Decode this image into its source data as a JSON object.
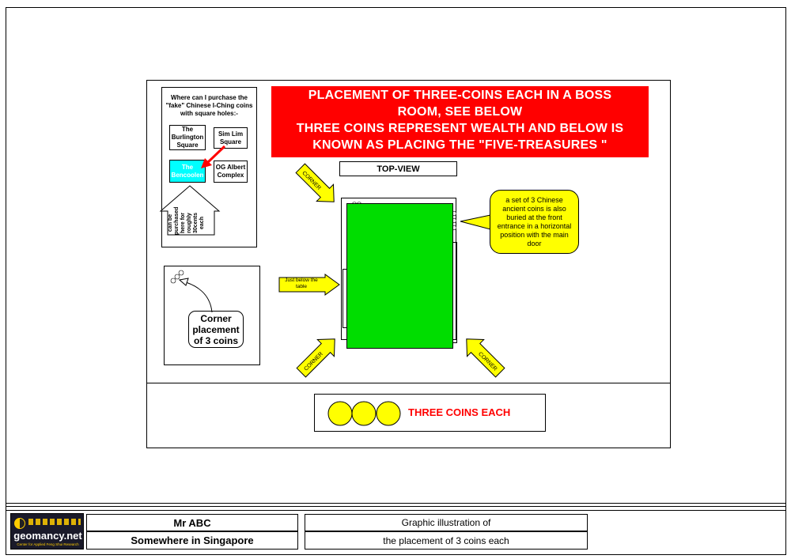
{
  "banner": {
    "line1": "PLACEMENT OF THREE-COINS EACH IN A BOSS",
    "line2": "ROOM, SEE BELOW",
    "line3": "THREE COINS REPRESENT WEALTH AND BELOW IS",
    "line4": "KNOWN AS PLACING THE \"FIVE-TREASURES \""
  },
  "purchase": {
    "question_line1": "Where can I purchase the",
    "question_line2": "\"fake\" Chinese I-Ching coins",
    "question_line3": "with square holes:-",
    "shops": [
      "The Burlington Square",
      "Sim Lim Square",
      "The Bencoolen",
      "OG Albert Complex"
    ],
    "arrow_text": "can be purchased here for roughly 30cents each"
  },
  "corner_inset": {
    "label": "Corner placement of 3 coins"
  },
  "top_view_label": "TOP-VIEW",
  "corner_labels": [
    "CORNER",
    "CORNER",
    "CORNER"
  ],
  "table_label": "Just below the table",
  "callout": "a set of 3 Chinese ancient coins is also buried at the front entrance in a horizontal position with the main door",
  "coins": {
    "label": "THREE COINS EACH",
    "count": 3,
    "color": "#ffff00"
  },
  "colors": {
    "banner": "#ff0000",
    "table": "#00dd00",
    "arrow": "#ffff00",
    "bencoolen": "#00ffff",
    "legend_text": "#ff0000"
  },
  "footer": {
    "logo_text": "geomancy.net",
    "logo_sub": "Center for Applied Feng Shui Research",
    "client_name": "Mr ABC",
    "location": "Somewhere in Singapore",
    "desc_line1": "Graphic illustration of",
    "desc_line2": "the placement of 3 coins each"
  }
}
